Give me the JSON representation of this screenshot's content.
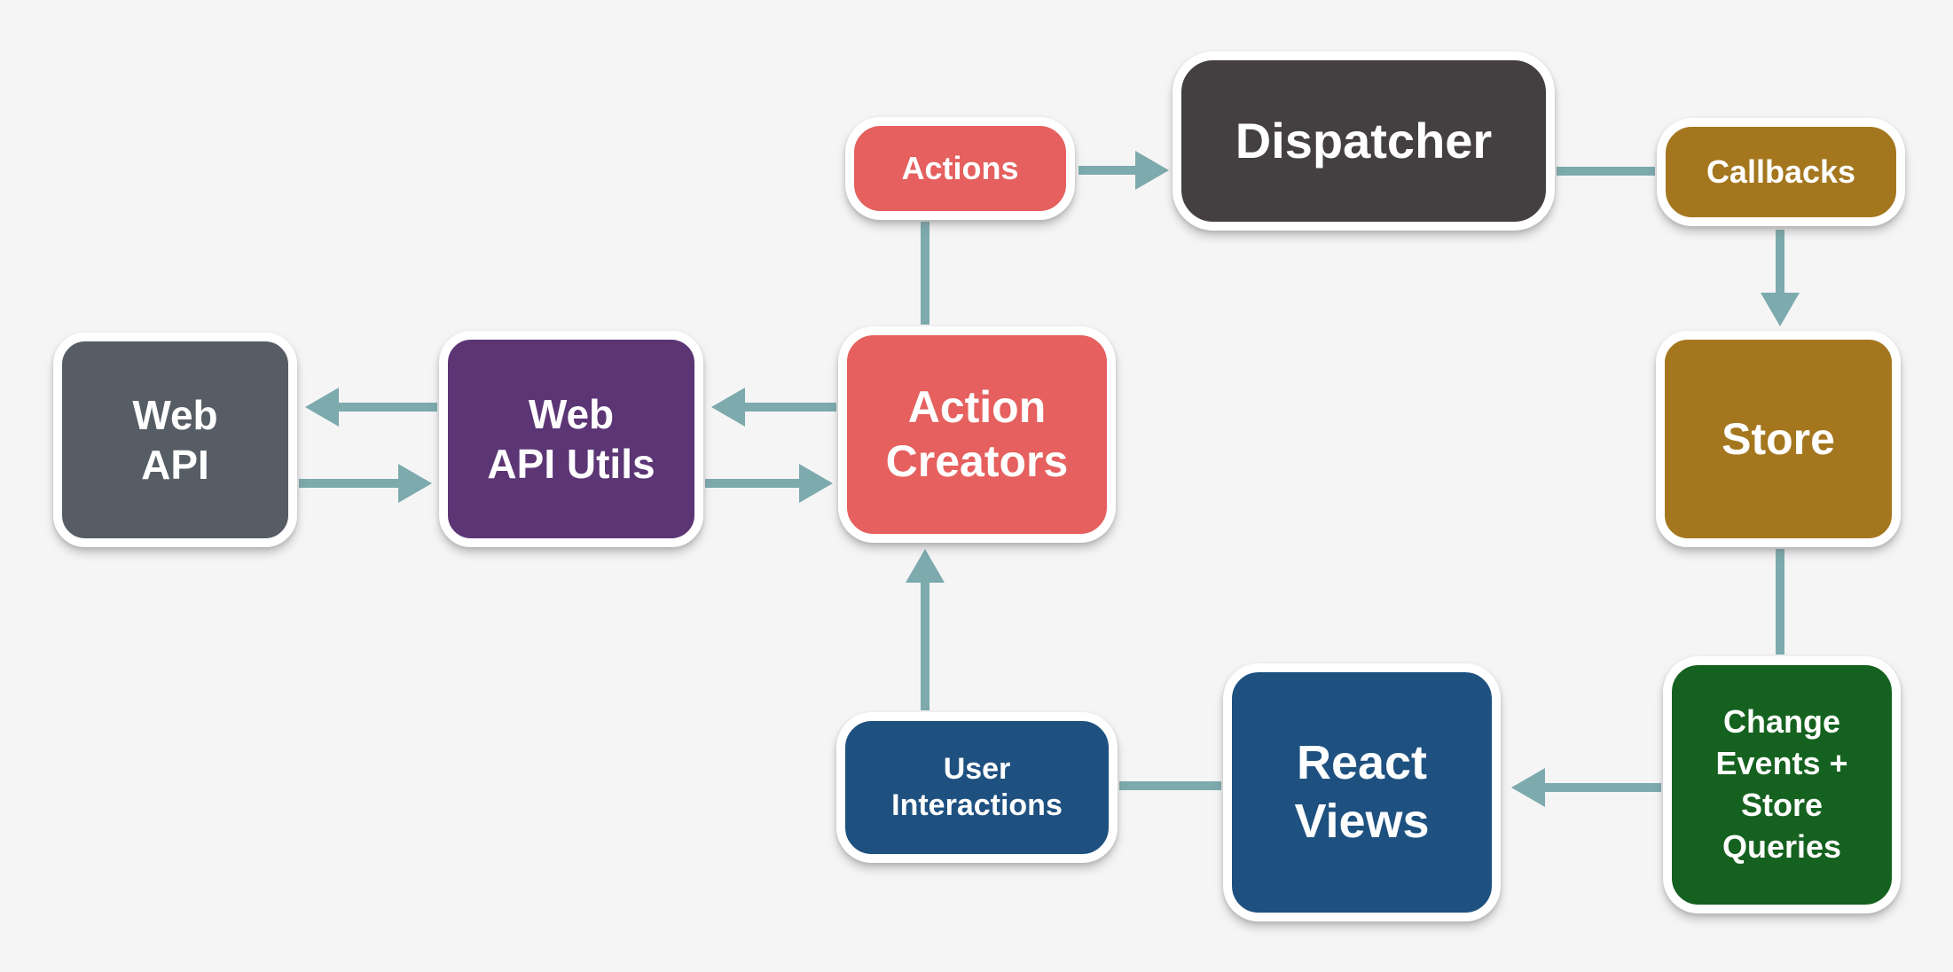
{
  "diagram": {
    "kind": "flux-architecture-flow",
    "colors": {
      "background": "#f6f5f6",
      "arrow": "#7caaad",
      "node_border": "#ffffff",
      "text": "#ffffff",
      "salmon": "#e5605e",
      "dispatcher_gray": "#444042",
      "gold": "#a4771f",
      "slate_gray": "#575d64",
      "purple": "#5c3575",
      "blue": "#1e5180",
      "green": "#15611f"
    }
  },
  "nodes": {
    "web_api": {
      "label": "Web\nAPI",
      "color": "#575d64"
    },
    "web_api_utils": {
      "label": "Web\nAPI Utils",
      "color": "#5c3575"
    },
    "action_creators": {
      "label": "Action\nCreators",
      "color": "#e5605e"
    },
    "actions": {
      "label": "Actions",
      "color": "#e5605e"
    },
    "dispatcher": {
      "label": "Dispatcher",
      "color": "#444042"
    },
    "callbacks": {
      "label": "Callbacks",
      "color": "#a4771f"
    },
    "store": {
      "label": "Store",
      "color": "#a4771f"
    },
    "change_events": {
      "label": "Change\nEvents +\nStore\nQueries",
      "color": "#15611f"
    },
    "react_views": {
      "label": "React\nViews",
      "color": "#1e5180"
    },
    "user_interactions": {
      "label": "User\nInteractions",
      "color": "#1e5180"
    }
  },
  "edges": [
    {
      "from": "actions",
      "to": "dispatcher",
      "style": "arrow"
    },
    {
      "from": "dispatcher",
      "to": "callbacks",
      "style": "line"
    },
    {
      "from": "callbacks",
      "to": "store",
      "style": "arrow"
    },
    {
      "from": "store",
      "to": "change_events",
      "style": "line"
    },
    {
      "from": "change_events",
      "to": "react_views",
      "style": "arrow"
    },
    {
      "from": "react_views",
      "to": "user_interactions",
      "style": "line"
    },
    {
      "from": "user_interactions",
      "to": "action_creators",
      "style": "arrow"
    },
    {
      "from": "action_creators",
      "to": "actions",
      "style": "line"
    },
    {
      "from": "action_creators",
      "to": "web_api_utils",
      "style": "arrow"
    },
    {
      "from": "web_api_utils",
      "to": "action_creators",
      "style": "arrow"
    },
    {
      "from": "web_api_utils",
      "to": "web_api",
      "style": "arrow"
    },
    {
      "from": "web_api",
      "to": "web_api_utils",
      "style": "arrow"
    }
  ]
}
